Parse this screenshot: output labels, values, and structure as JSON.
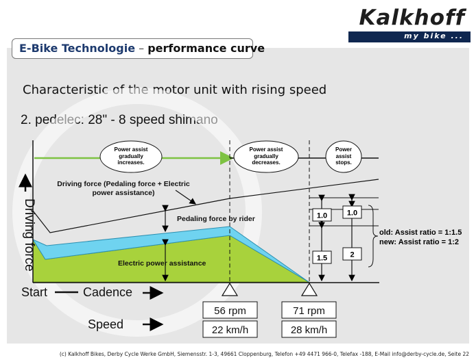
{
  "brand": {
    "name": "Kalkhoff",
    "tagline": "my bike ..."
  },
  "header": {
    "title_main": "E-Bike Technologie",
    "title_separator": " – ",
    "title_sub": "performance curve"
  },
  "subtitle": "Characteristic of the motor unit with rising speed",
  "configuration": "2. pedelec: 28\" - 8 speed shimano",
  "diagram": {
    "y_axis_label": "Driving force",
    "x_start_label": "Start",
    "x_axis_label": "Cadence",
    "speed_label": "Speed",
    "bubbles": [
      "Power assist gradually increases.",
      "Power assist gradually decreases.",
      "Power assist stops."
    ],
    "annotations": {
      "driving_force": "Driving force (Pedaling force + Electric power assistance)",
      "pedaling_force": "Pedaling force by rider",
      "electric_power": "Electric power assistance"
    },
    "ratio_boxes": [
      "1.0",
      "1.5",
      "1.0",
      "2"
    ],
    "ratio_notes": [
      "old: Assist ratio = 1:1.5",
      "new: Assist ratio = 1:2"
    ],
    "cadence_values": [
      "56 rpm",
      "71 rpm"
    ],
    "speed_values": [
      "22 km/h",
      "28 km/h"
    ],
    "colors": {
      "electric": "#a8d23c",
      "pedaling": "#6fd3f0",
      "arrow": "#7dc242",
      "brand_blue": "#0f2750"
    }
  },
  "footer": "(c) Kalkhoff Bikes, Derby Cycle Werke GmbH, Siemensstr. 1-3, 49661 Cloppenburg, Telefon +49 4471 966-0, Telefax -188, E-Mail info@derby-cycle.de, Seite 22"
}
